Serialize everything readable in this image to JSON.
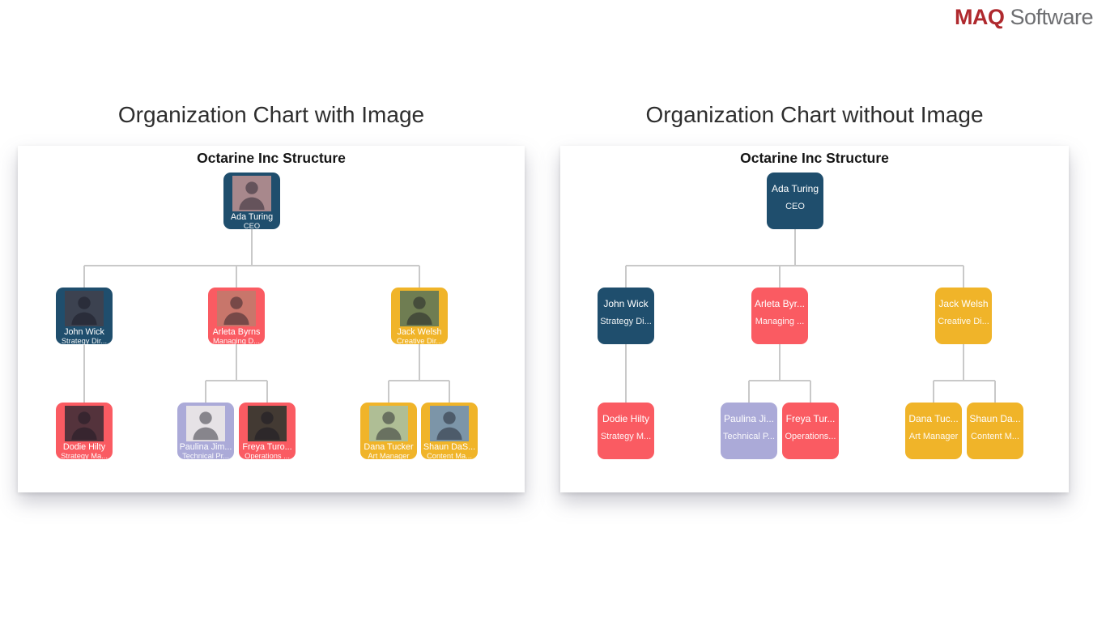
{
  "logo": {
    "brand": "MAQ",
    "suffix": "Software"
  },
  "colors": {
    "navy": "#1F4E6D",
    "red": "#FA5B62",
    "yellow": "#F0B429",
    "lavender": "#ABAAD8",
    "connector": "#C9C9C9",
    "logo_brand": "#AF292E",
    "logo_suffix": "#6D6E71"
  },
  "sections": [
    {
      "heading": "Organization Chart with Image",
      "chart_title": "Octarine Inc Structure",
      "images_shown": true,
      "nodes": [
        {
          "id": "ada",
          "name": "Ada Turing",
          "role": "CEO",
          "reports_to": null,
          "color": "#1F4E6D",
          "photo_tint": "#A8888C"
        },
        {
          "id": "john",
          "name": "John Wick",
          "role": "Strategy Dir...",
          "reports_to": "ada",
          "color": "#1F4E6D",
          "photo_tint": "#3C4250"
        },
        {
          "id": "arleta",
          "name": "Arleta Byrns",
          "role": "Managing D...",
          "reports_to": "ada",
          "color": "#FA5B62",
          "photo_tint": "#C8766B"
        },
        {
          "id": "jack",
          "name": "Jack Welsh",
          "role": "Creative Dir...",
          "reports_to": "ada",
          "color": "#F0B429",
          "photo_tint": "#6F7D52"
        },
        {
          "id": "dodie",
          "name": "Dodie Hilty",
          "role": "Strategy Ma...",
          "reports_to": "john",
          "color": "#FA5B62",
          "photo_tint": "#54333C"
        },
        {
          "id": "paulina",
          "name": "Paulina Jim...",
          "role": "Technical Pr...",
          "reports_to": "arleta",
          "color": "#ABAAD8",
          "photo_tint": "#E6E2E6"
        },
        {
          "id": "freya",
          "name": "Freya Turo...",
          "role": "Operations ...",
          "reports_to": "arleta",
          "color": "#FA5B62",
          "photo_tint": "#433A33"
        },
        {
          "id": "dana",
          "name": "Dana Tucker",
          "role": "Art Manager",
          "reports_to": "jack",
          "color": "#F0B429",
          "photo_tint": "#AFBE95"
        },
        {
          "id": "shaun",
          "name": "Shaun DaS...",
          "role": "Content Ma...",
          "reports_to": "jack",
          "color": "#F0B429",
          "photo_tint": "#7C95A8"
        }
      ]
    },
    {
      "heading": "Organization Chart without Image",
      "chart_title": "Octarine Inc Structure",
      "images_shown": false,
      "nodes": [
        {
          "id": "ada",
          "name": "Ada Turing",
          "role": "CEO",
          "reports_to": null,
          "color": "#1F4E6D"
        },
        {
          "id": "john",
          "name": "John Wick",
          "role": "Strategy Di...",
          "reports_to": "ada",
          "color": "#1F4E6D"
        },
        {
          "id": "arleta",
          "name": "Arleta Byr...",
          "role": "Managing ...",
          "reports_to": "ada",
          "color": "#FA5B62"
        },
        {
          "id": "jack",
          "name": "Jack Welsh",
          "role": "Creative Di...",
          "reports_to": "ada",
          "color": "#F0B429"
        },
        {
          "id": "dodie",
          "name": "Dodie Hilty",
          "role": "Strategy M...",
          "reports_to": "john",
          "color": "#FA5B62"
        },
        {
          "id": "paulina",
          "name": "Paulina Ji...",
          "role": "Technical P...",
          "reports_to": "arleta",
          "color": "#ABAAD8"
        },
        {
          "id": "freya",
          "name": "Freya Tur...",
          "role": "Operations...",
          "reports_to": "arleta",
          "color": "#FA5B62"
        },
        {
          "id": "dana",
          "name": "Dana Tuc...",
          "role": "Art Manager",
          "reports_to": "jack",
          "color": "#F0B429"
        },
        {
          "id": "shaun",
          "name": "Shaun Da...",
          "role": "Content M...",
          "reports_to": "jack",
          "color": "#F0B429"
        }
      ]
    }
  ]
}
